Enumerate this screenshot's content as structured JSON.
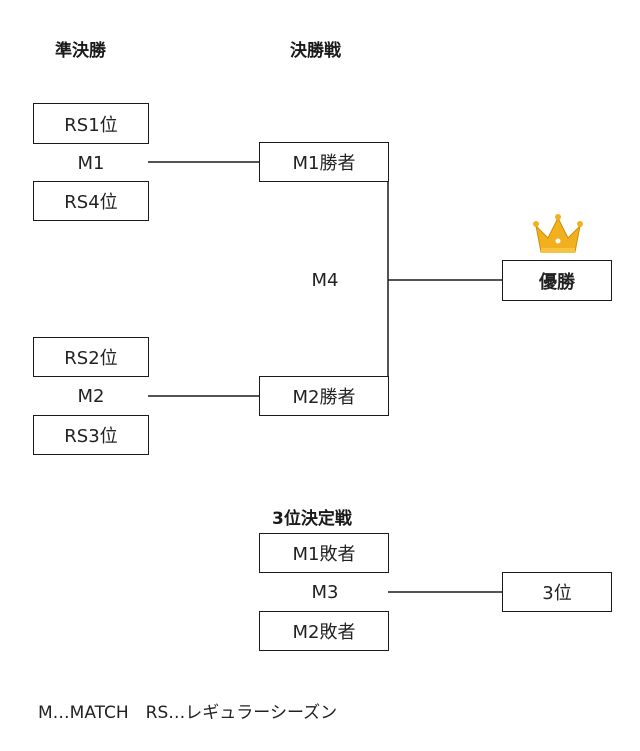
{
  "headers": {
    "semifinal": "準決勝",
    "final": "決勝戦",
    "third_place_match": "3位決定戦"
  },
  "semifinal_1": {
    "top": "RS1位",
    "match": "M1",
    "bottom": "RS4位"
  },
  "semifinal_2": {
    "top": "RS2位",
    "match": "M2",
    "bottom": "RS3位"
  },
  "final": {
    "slot_1": "M1勝者",
    "slot_2": "M2勝者",
    "match": "M4"
  },
  "champion": {
    "label": "優勝",
    "icon": "crown-icon",
    "icon_color": "#f2b01e"
  },
  "third_place": {
    "slot_1": "M1敗者",
    "match": "M3",
    "slot_2": "M2敗者",
    "result": "3位"
  },
  "footer": "M…MATCH　RS…レギュラーシーズン"
}
